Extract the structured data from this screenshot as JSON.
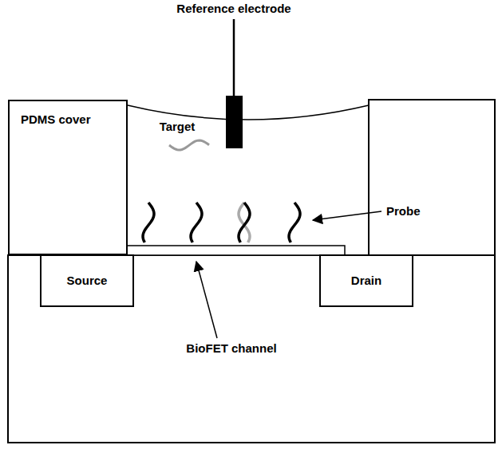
{
  "diagram": {
    "nodes": [
      {
        "text": [
          "PDMS cover"
        ]
      },
      {
        "text": [
          "Source"
        ]
      },
      {
        "text": [
          "Drain"
        ]
      }
    ],
    "labels": [
      "Reference electrode",
      "Target",
      "Probe",
      "BioFET channel"
    ]
  }
}
